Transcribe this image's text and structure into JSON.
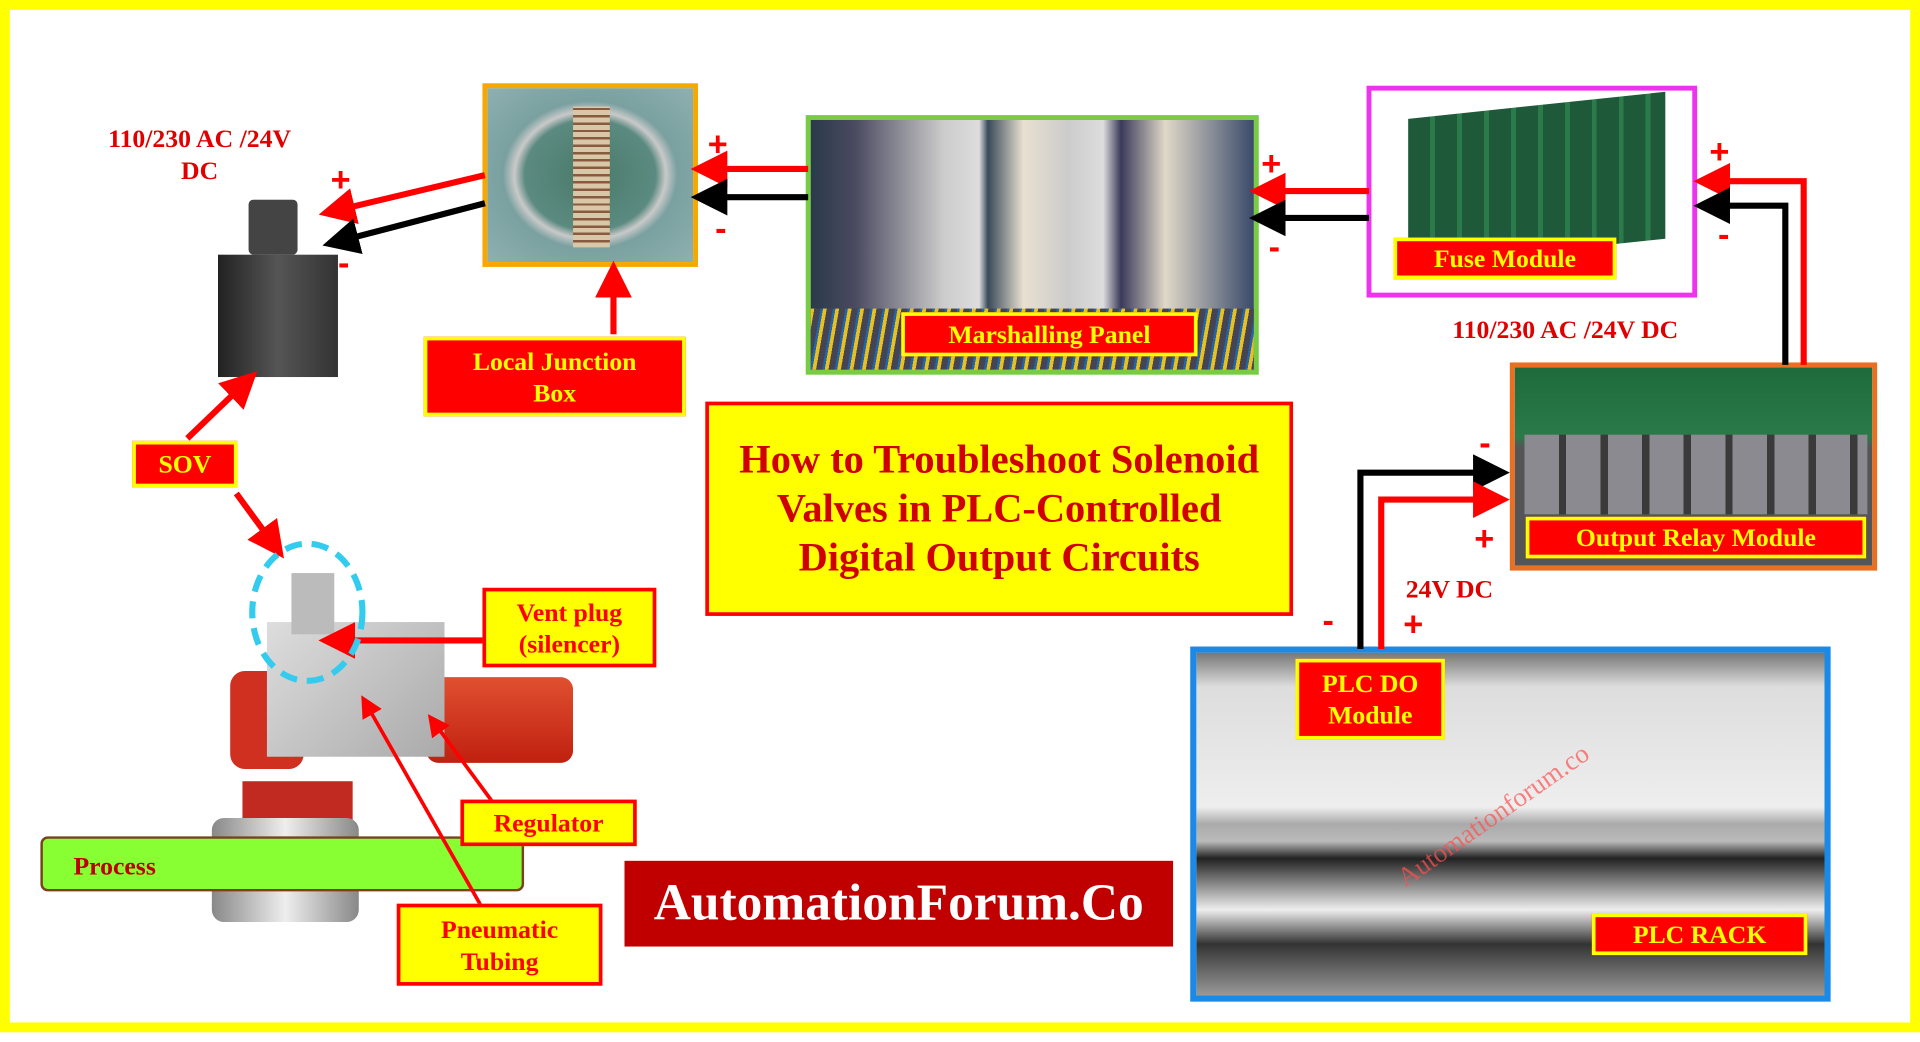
{
  "title": "How to Troubleshoot Solenoid Valves in PLC-Controlled Digital Output Circuits",
  "brand": "AutomationForum.Co",
  "watermark": "Automationforum.co",
  "labels": {
    "sov_supply": "110/230 AC /24V DC",
    "local_junction_box": "Local Junction Box",
    "marshalling_panel": "Marshalling Panel",
    "fuse_module": "Fuse Module",
    "relay_supply": "110/230 AC /24V DC",
    "output_relay_module": "Output Relay Module",
    "dc_supply": "24V DC",
    "plc_do_module": "PLC DO Module",
    "plc_rack": "PLC RACK",
    "sov": "SOV",
    "vent_plug": "Vent plug (silencer)",
    "regulator": "Regulator",
    "pneumatic_tubing": "Pneumatic Tubing",
    "process": "Process"
  },
  "signs": {
    "plus": "+",
    "minus": "-"
  },
  "colors": {
    "border": "#ffff00",
    "label_fill": "#ff0000",
    "label_text": "#ffff00",
    "positive_wire": "#ff0000",
    "negative_wire": "#000000",
    "vent_circle": "#33ccee",
    "process_pipe": "#88ff33"
  }
}
